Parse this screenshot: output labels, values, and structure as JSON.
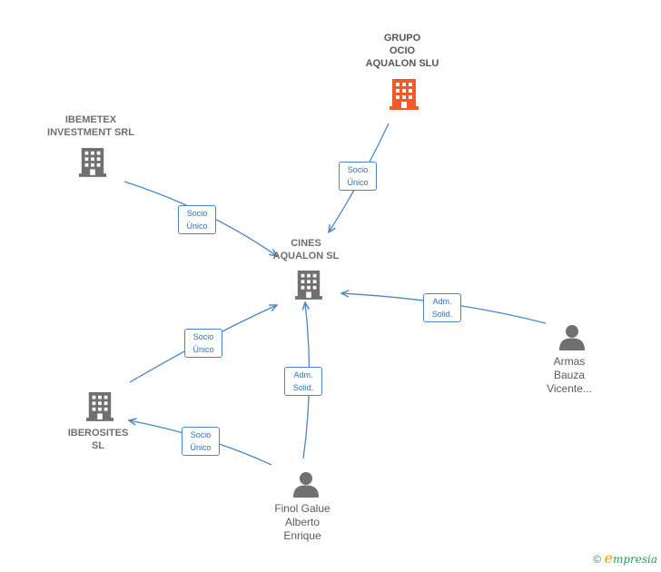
{
  "nodes": {
    "grupo_ocio": {
      "label": "GRUPO\nOCIO\nAQUALON SLU",
      "kind": "company-main",
      "color": "#f05a28"
    },
    "ibemetex": {
      "label": "IBEMETEX\nINVESTMENT SRL",
      "kind": "company",
      "color": "#707070"
    },
    "cines": {
      "label": "CINES\nAQUALON  SL",
      "kind": "company",
      "color": "#707070"
    },
    "iberosites": {
      "label": "IBEROSITES\nSL",
      "kind": "company",
      "color": "#707070"
    },
    "armas": {
      "label": "Armas\nBauza\nVicente...",
      "kind": "person",
      "color": "#707070"
    },
    "finol": {
      "label": "Finol Galue\nAlberto\nEnrique",
      "kind": "person",
      "color": "#707070"
    }
  },
  "edges": [
    {
      "from": "grupo_ocio",
      "to": "cines",
      "label": "Socio\nÚnico"
    },
    {
      "from": "ibemetex",
      "to": "cines",
      "label": "Socio\nÚnico"
    },
    {
      "from": "iberosites",
      "to": "cines",
      "label": "Socio\nÚnico"
    },
    {
      "from": "armas",
      "to": "cines",
      "label": "Adm.\nSolid."
    },
    {
      "from": "finol",
      "to": "cines",
      "label": "Adm.\nSolid."
    },
    {
      "from": "finol",
      "to": "iberosites",
      "label": "Socio\nÚnico"
    }
  ],
  "edge_color": "#4a86c8",
  "footer": {
    "copyright": "©",
    "brand_initial": "e",
    "brand_rest": "mpresia"
  }
}
